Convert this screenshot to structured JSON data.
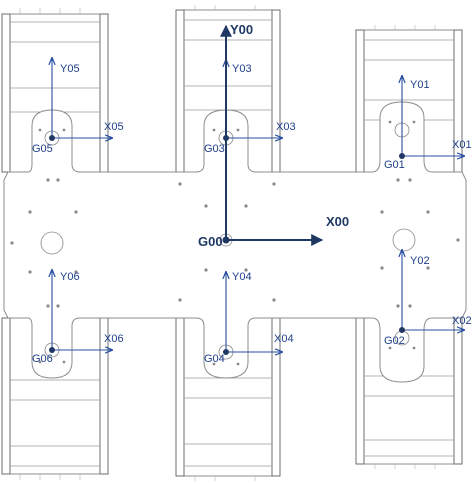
{
  "frames": [
    {
      "origin": "G00",
      "x_axis": "X00",
      "y_axis": "Y00"
    },
    {
      "origin": "G01",
      "x_axis": "X01",
      "y_axis": "Y01"
    },
    {
      "origin": "G02",
      "x_axis": "X02",
      "y_axis": "Y02"
    },
    {
      "origin": "G03",
      "x_axis": "X03",
      "y_axis": "Y03"
    },
    {
      "origin": "G04",
      "x_axis": "X04",
      "y_axis": "Y04"
    },
    {
      "origin": "G05",
      "x_axis": "X05",
      "y_axis": "Y05"
    },
    {
      "origin": "G06",
      "x_axis": "X06",
      "y_axis": "Y06"
    }
  ],
  "colors": {
    "axis_main": "#1f3864",
    "axis_small": "#2a4fa0",
    "outline": "#8c8c8c"
  }
}
